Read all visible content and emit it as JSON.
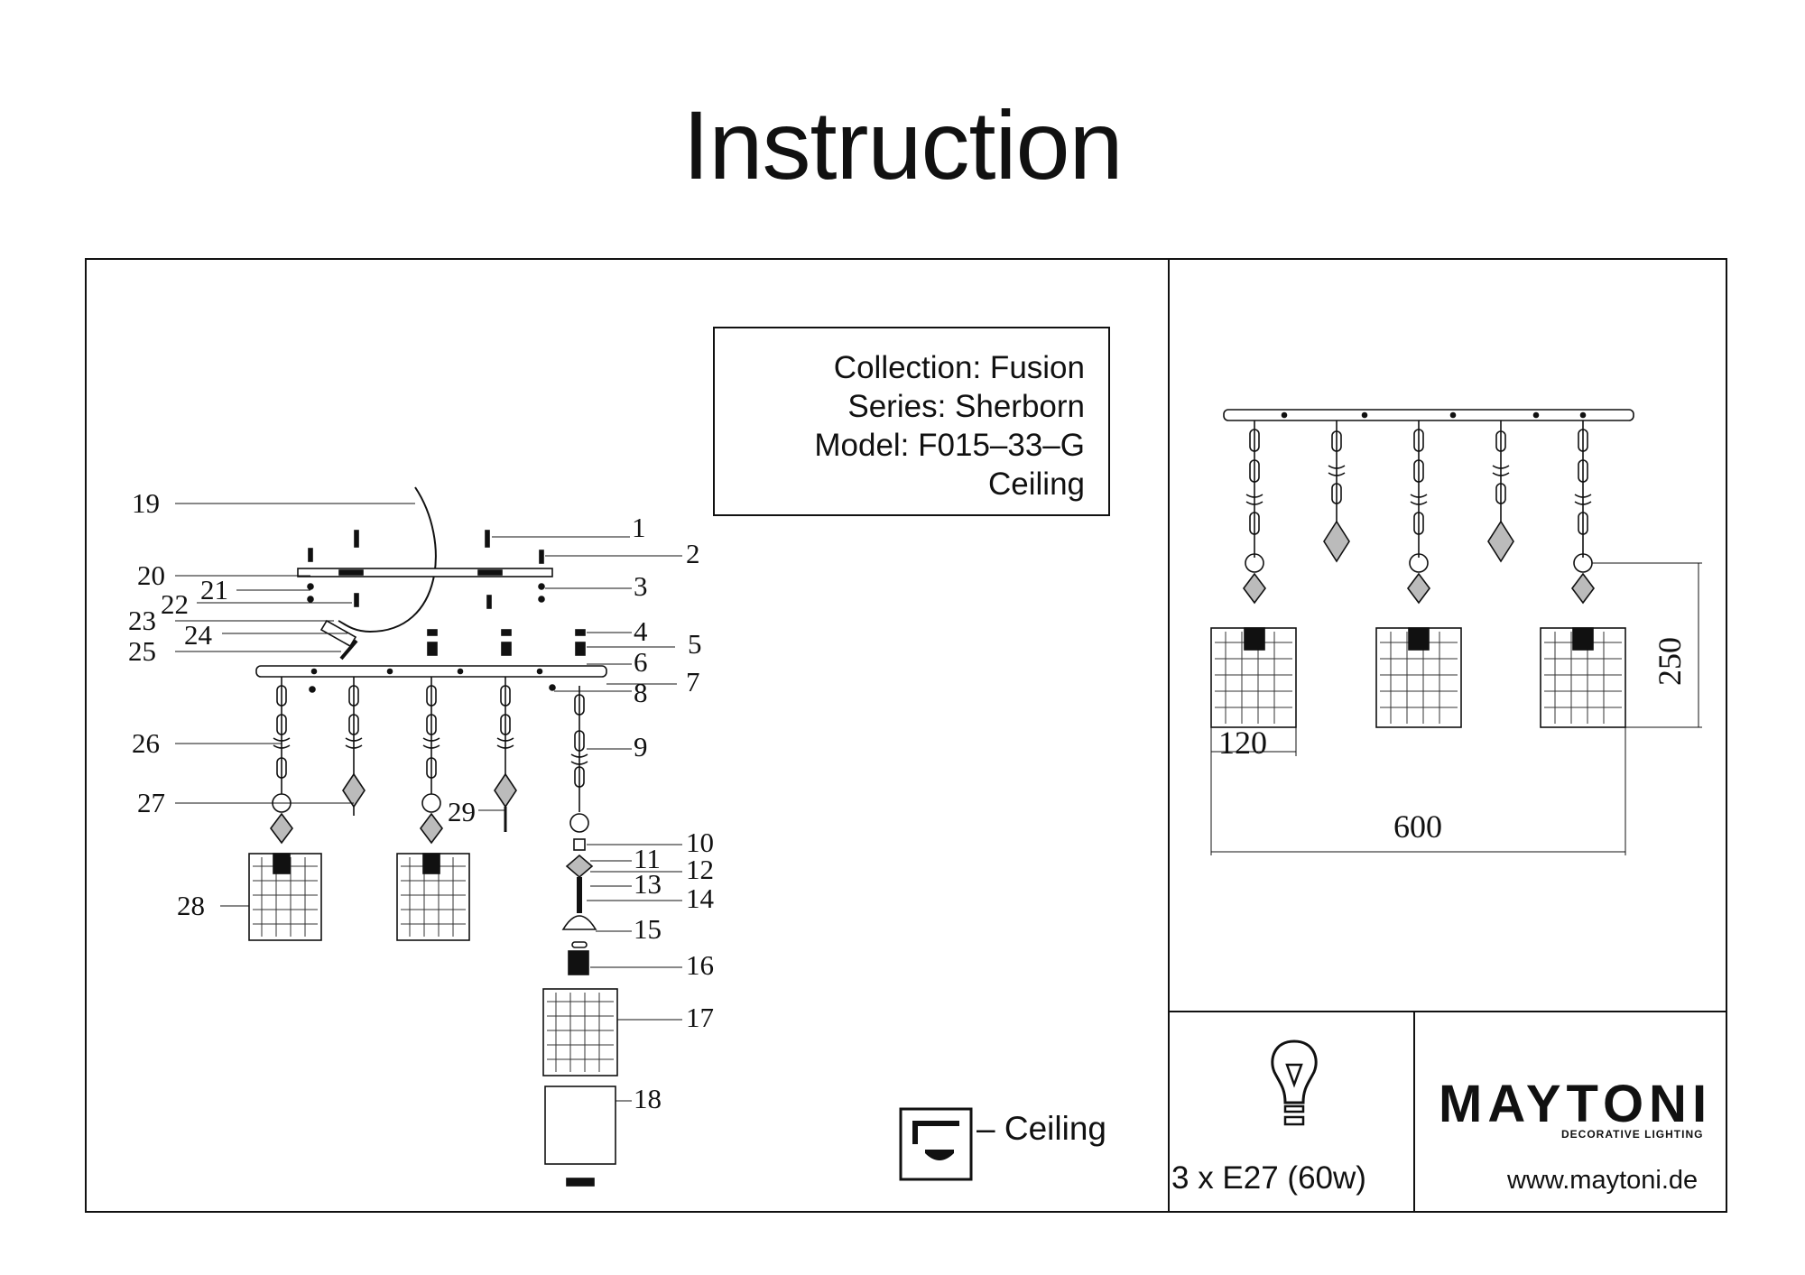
{
  "title": "Instruction",
  "info": {
    "collection": "Collection: Fusion",
    "series": "Series: Sherborn",
    "model": "Model: F015–33–G",
    "type": "Ceiling"
  },
  "callouts": [
    "1",
    "2",
    "3",
    "4",
    "5",
    "6",
    "7",
    "8",
    "9",
    "10",
    "11",
    "12",
    "13",
    "14",
    "15",
    "16",
    "17",
    "18",
    "19",
    "20",
    "21",
    "22",
    "23",
    "24",
    "25",
    "26",
    "27",
    "28",
    "29"
  ],
  "legend": {
    "icon": "ceiling-mount-icon",
    "text": "– Ceiling"
  },
  "dimensions": {
    "width": "600",
    "shade_width": "120",
    "height": "250"
  },
  "bulb": {
    "icon": "light-bulb-icon",
    "spec": "3 x E27 (60w)"
  },
  "brand": {
    "name": "MAYTONI",
    "tagline": "DECORATIVE LIGHTING",
    "website": "www.maytoni.de"
  }
}
